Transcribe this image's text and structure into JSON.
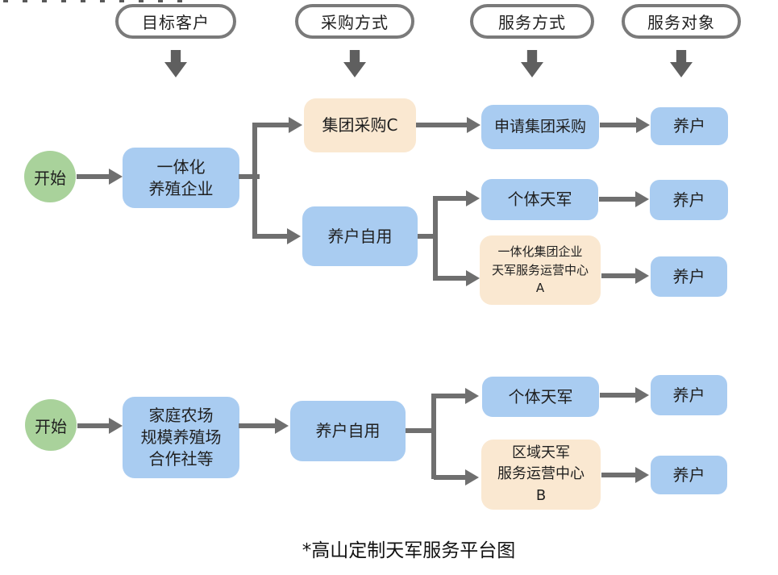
{
  "diagram": {
    "headers": [
      "目标客户",
      "采购方式",
      "服务方式",
      "服务对象"
    ],
    "caption": "*高山定制天军服务平台图"
  },
  "nodes": {
    "start": "开始",
    "integrated_enterprise": [
      "一体化",
      "养殖企业"
    ],
    "group_purchase_c": "集团采购C",
    "apply_group_purchase": "申请集团采购",
    "farmer": "养户",
    "self_use": "养户自用",
    "individual_tianjun": "个体天军",
    "center_a": [
      "一体化集团企业",
      "天军服务运营中心",
      "A"
    ],
    "family_farm": [
      "家庭农场",
      "规模养殖场",
      "合作社等"
    ],
    "center_b": [
      "区域天军",
      "服务运营中心",
      "B"
    ]
  },
  "colors": {
    "node_blue": "#a9ccf1",
    "node_cream": "#fae8d1",
    "start_green": "#a9d29b",
    "connector_gray": "#6f6f6f",
    "header_border": "#7a7a7a",
    "text": "#1f1f1f"
  }
}
